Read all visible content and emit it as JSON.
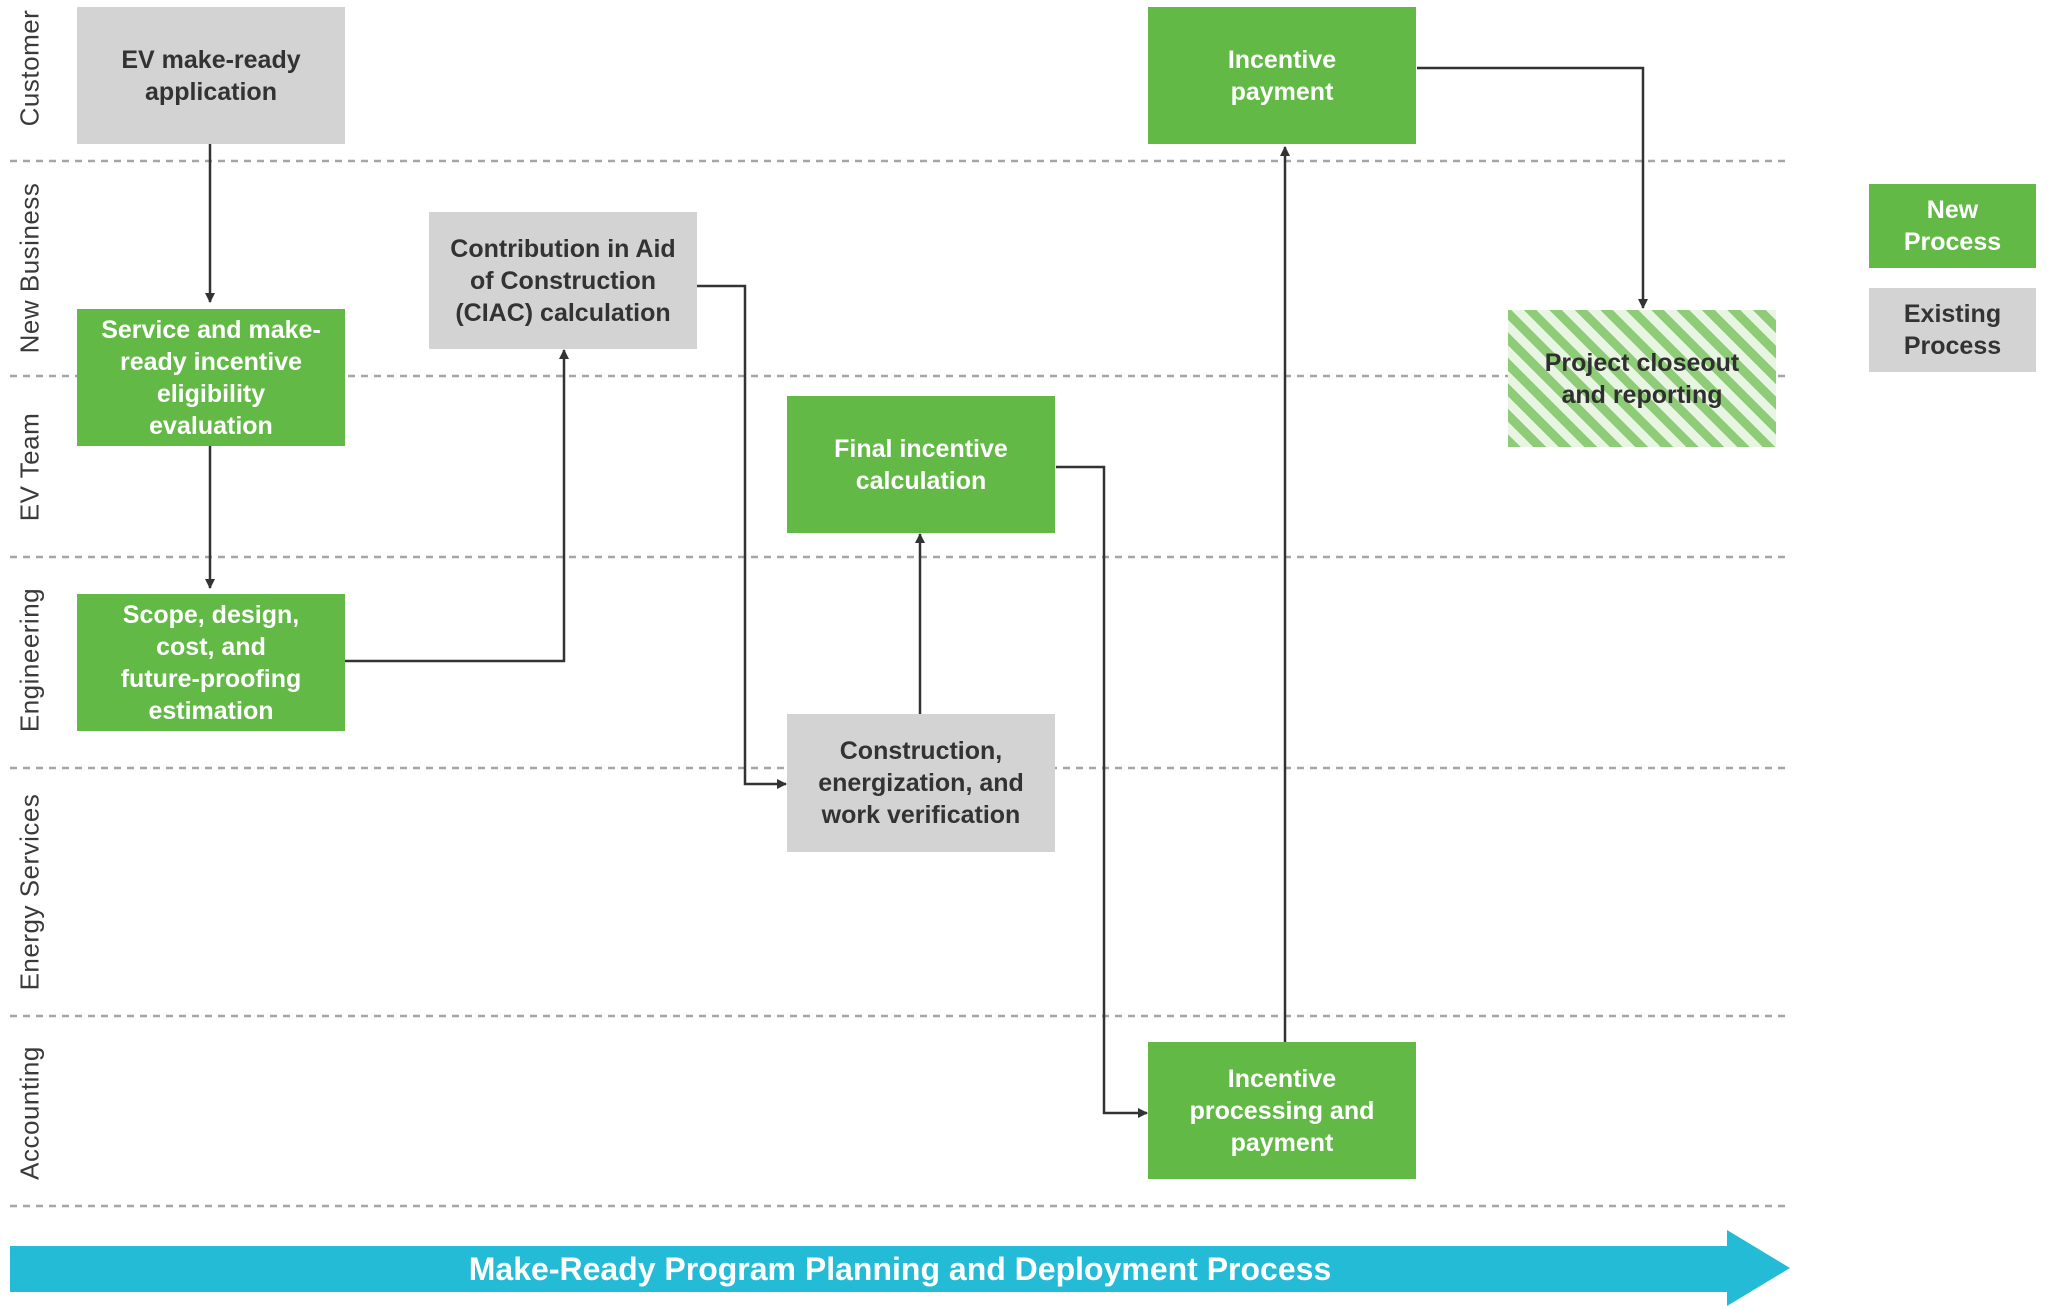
{
  "lanes": [
    {
      "label": "Customer"
    },
    {
      "label": "New Business"
    },
    {
      "label": "EV Team"
    },
    {
      "label": "Engineering"
    },
    {
      "label": "Energy Services"
    },
    {
      "label": "Accounting"
    }
  ],
  "boxes": {
    "ev_application": {
      "label": "EV make-ready\napplication",
      "kind": "existing"
    },
    "eligibility": {
      "label": "Service and make-\nready incentive\neligibility\nevaluation",
      "kind": "new"
    },
    "scope": {
      "label": "Scope, design,\ncost, and\nfuture-proofing\nestimation",
      "kind": "new"
    },
    "ciac": {
      "label": "Contribution in Aid\nof Construction\n(CIAC) calculation",
      "kind": "existing"
    },
    "construction": {
      "label": "Construction,\nenergization, and\nwork verification",
      "kind": "existing"
    },
    "final_calc": {
      "label": "Final incentive\ncalculation",
      "kind": "new"
    },
    "processing": {
      "label": "Incentive\nprocessing and\npayment",
      "kind": "new"
    },
    "payment": {
      "label": "Incentive\npayment",
      "kind": "new"
    },
    "closeout": {
      "label": "Project closeout\nand reporting",
      "kind": "hatched"
    }
  },
  "legend": {
    "new": "New\nProcess",
    "existing": "Existing\nProcess"
  },
  "banner": {
    "label": "Make-Ready Program Planning and Deployment Process"
  },
  "colors": {
    "new": "#62b946",
    "existing": "#d3d3d3",
    "banner": "#23bbd6",
    "connector": "#333333",
    "divider": "#a6a6a6"
  }
}
